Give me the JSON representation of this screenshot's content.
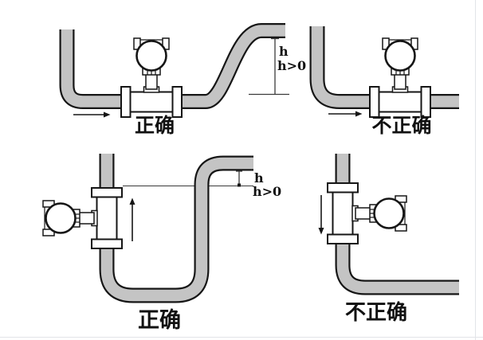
{
  "colors": {
    "background": "#ffffff",
    "pipe_fill": "#c4c4c4",
    "outline": "#161616",
    "component_fill": "#ffffff",
    "dimension_line": "#3a3a3a",
    "text": "#111111",
    "frame_line": "#e2e4e8"
  },
  "panels": {
    "top_left": {
      "verdict_label": "正确",
      "dim_label_h": "h",
      "dim_label_condition": "h>0",
      "flow_arrow_direction": "right"
    },
    "top_right": {
      "verdict_label": "不正确",
      "flow_arrow_direction": "right"
    },
    "bottom_left": {
      "verdict_label": "正确",
      "dim_label_h": "h",
      "dim_label_condition": "h>0",
      "flow_arrow_direction": "up"
    },
    "bottom_right": {
      "verdict_label": "不正确",
      "flow_arrow_direction": "down"
    }
  },
  "icons": {
    "flowmeter": "turbine-flowmeter-with-round-transmitter-head",
    "flow_arrow": "flow-direction-arrow"
  }
}
